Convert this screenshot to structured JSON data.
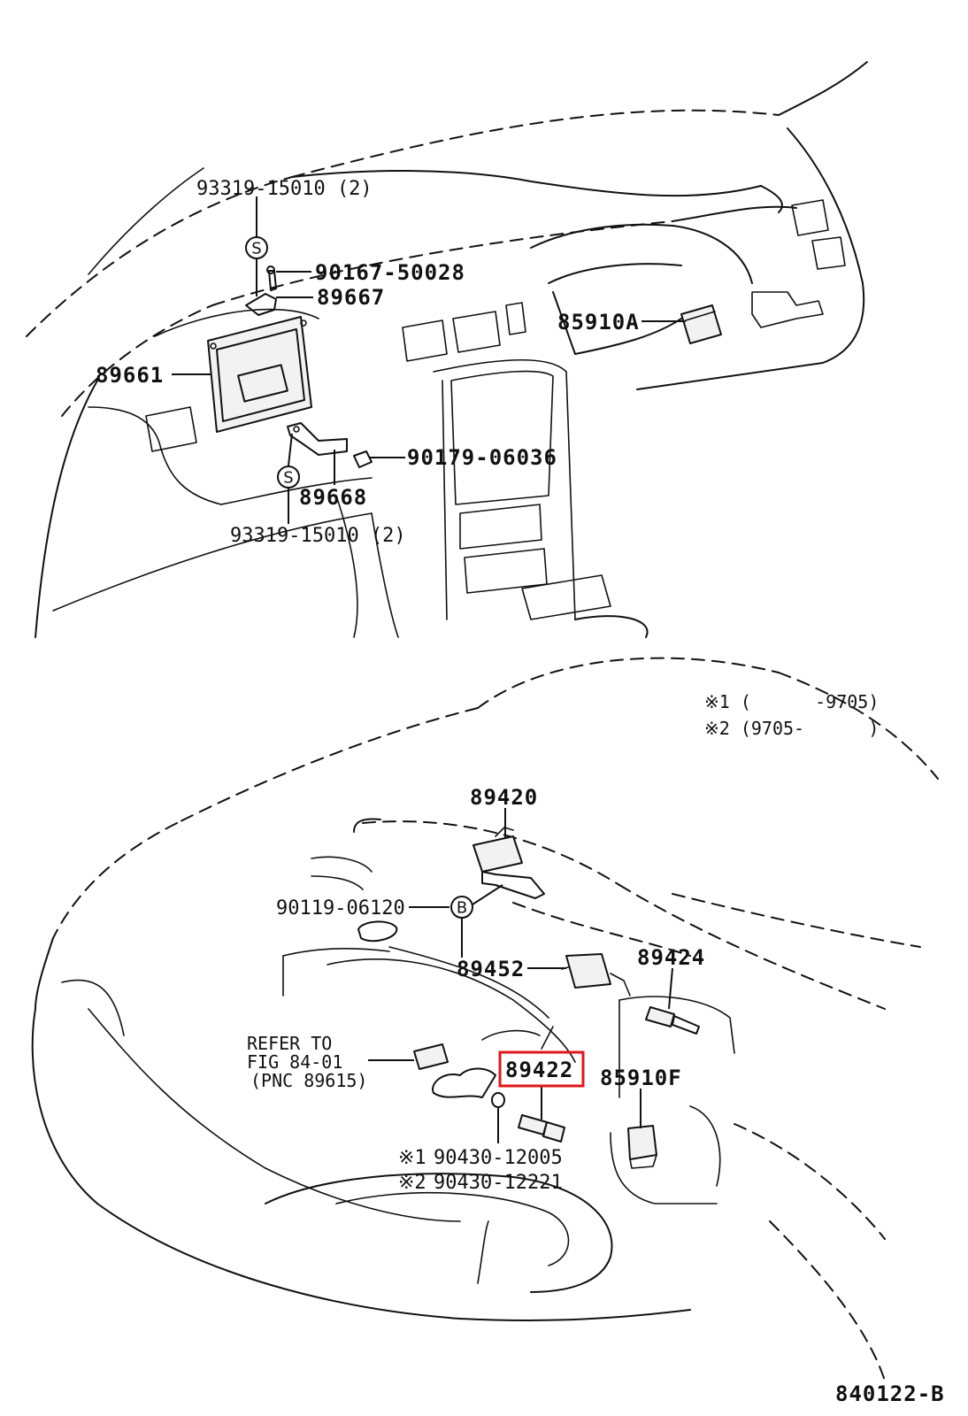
{
  "highlight_color": "#e0161b",
  "parts": {
    "p_93319_top": "93319-15010 (2)",
    "p_90167": "90167-50028",
    "p_89667": "89667",
    "p_89661": "89661",
    "p_85910a": "85910A",
    "p_90179": "90179-06036",
    "p_89668": "89668",
    "p_93319_bottom": "93319-15010 (2)",
    "p_89420": "89420",
    "p_90119": "90119-06120",
    "p_89452": "89452",
    "p_89424": "89424",
    "p_89422": "89422",
    "p_85910f": "85910F",
    "p_90430_1": "90430-12005",
    "p_90430_2": "90430-12221"
  },
  "symbols": {
    "s_circle_top": "S",
    "s_circle_bottom": "S",
    "b_circle": "B",
    "mark1": "※1",
    "mark2": "※2"
  },
  "legend": {
    "line1": "※1 (      -9705)",
    "line2": "※2 (9705-      )"
  },
  "refer": {
    "line1": "REFER TO",
    "line2": "FIG 84-01",
    "line3": "(PNC 89615)"
  },
  "figure_code": "840122-B"
}
